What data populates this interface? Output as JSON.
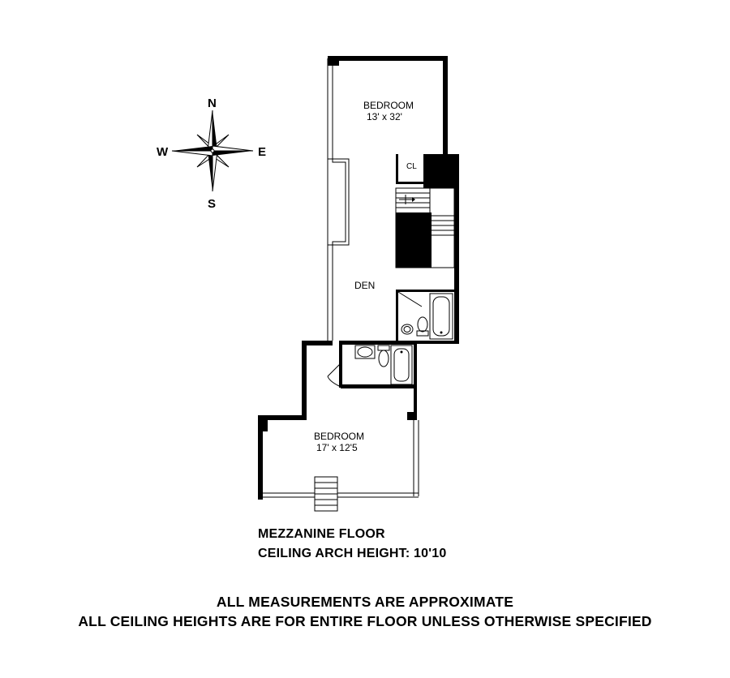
{
  "compass": {
    "north": "N",
    "south": "S",
    "east": "E",
    "west": "W"
  },
  "rooms": {
    "bedroom_upper": {
      "label": "BEDROOM",
      "dimensions": "13' x 32'"
    },
    "closet": {
      "label": "CL"
    },
    "den": {
      "label": "DEN"
    },
    "bedroom_lower": {
      "label": "BEDROOM",
      "dimensions": "17' x 12'5"
    }
  },
  "floor": {
    "name": "MEZZANINE FLOOR",
    "ceiling_note": "CEILING ARCH HEIGHT: 10'10"
  },
  "footer": {
    "line1": "ALL MEASUREMENTS ARE APPROXIMATE",
    "line2": "ALL CEILING HEIGHTS ARE FOR ENTIRE FLOOR UNLESS OTHERWISE SPECIFIED"
  }
}
